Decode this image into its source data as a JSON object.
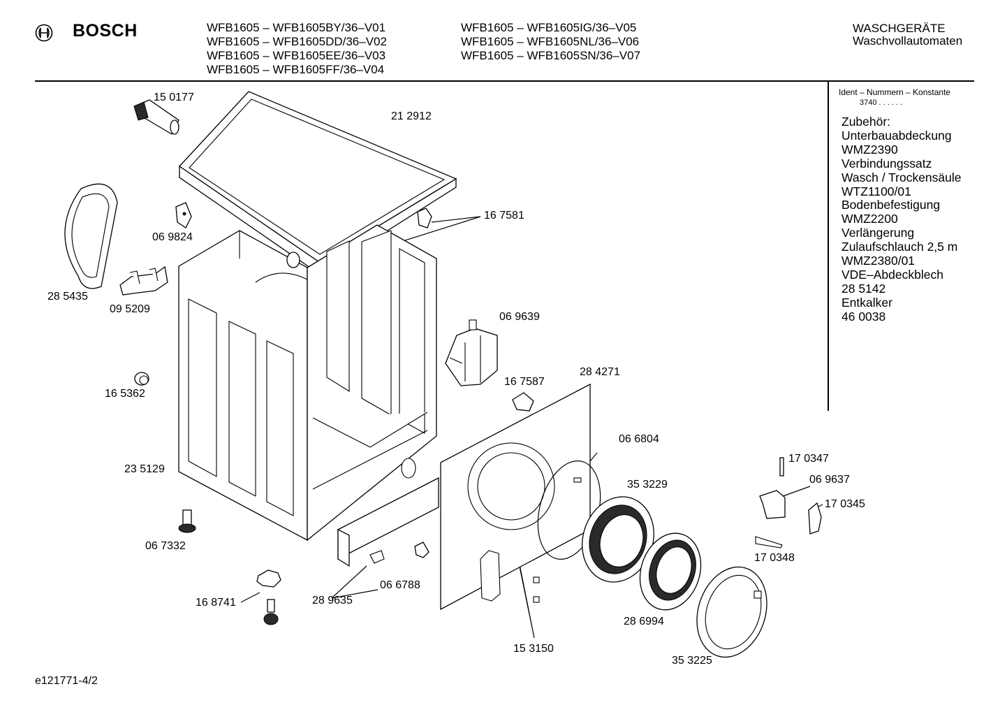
{
  "header": {
    "brand": "BOSCH",
    "models_left": [
      "WFB1605 – WFB1605BY/36–V01",
      "WFB1605 – WFB1605DD/36–V02",
      "WFB1605 – WFB1605EE/36–V03",
      "WFB1605 – WFB1605FF/36–V04"
    ],
    "models_right": [
      "WFB1605 – WFB1605IG/36–V05",
      "WFB1605 – WFB1605NL/36–V06",
      "WFB1605 – WFB1605SN/36–V07"
    ],
    "category": "WASCHGERÄTE",
    "subcategory": "Waschvollautomaten"
  },
  "sidebar": {
    "ident_title": "Ident – Nummern – Konstante",
    "ident_value": "3740  .  .  .  .  .  .",
    "accessories": [
      "Zubehör:",
      "Unterbauabdeckung",
      "WMZ2390",
      "Verbindungssatz",
      "Wasch / Trockensäule",
      "WTZ1100/01",
      "Bodenbefestigung",
      "WMZ2200",
      "Verlängerung",
      "Zulaufschlauch 2,5 m",
      "WMZ2380/01",
      "VDE–Abdeckblech",
      "28 5142",
      "Entkalker",
      "46 0038"
    ]
  },
  "parts": {
    "p150177": "15 0177",
    "p212912": "21 2912",
    "p167581": "16 7581",
    "p069824": "06 9824",
    "p285435": "28 5435",
    "p095209": "09 5209",
    "p069639": "06 9639",
    "p165362": "16 5362",
    "p167587": "16 7587",
    "p284271": "28 4271",
    "p066804": "06 6804",
    "p353229": "35 3229",
    "p170347": "17 0347",
    "p069637": "06 9637",
    "p170345": "17 0345",
    "p235129": "23 5129",
    "p170348": "17 0348",
    "p067332": "06 7332",
    "p066788": "06 6788",
    "p289635": "28 9635",
    "p168741": "16 8741",
    "p286994": "28 6994",
    "p153150": "15 3150",
    "p353225": "35 3225"
  },
  "footer": {
    "doc_id": "e121771-4/2"
  }
}
